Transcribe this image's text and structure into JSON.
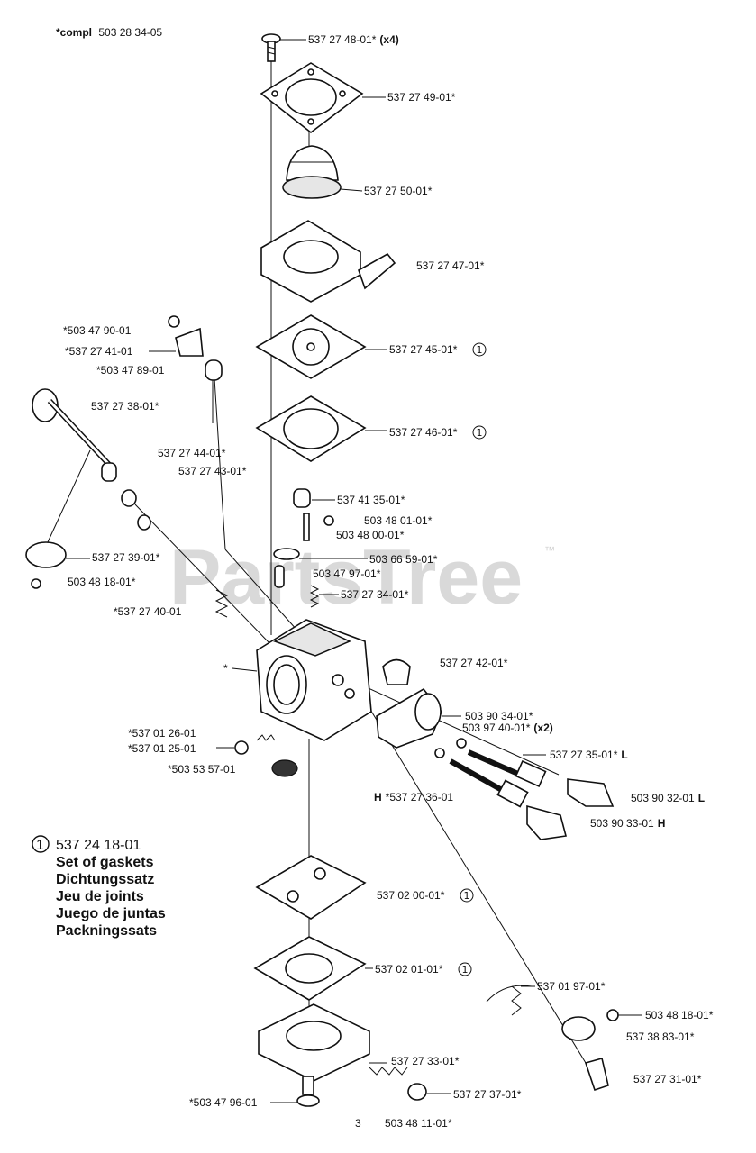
{
  "header": {
    "compl_prefix": "*compl",
    "compl_number": "503 28 34-05"
  },
  "watermark": {
    "text": "PartsTree",
    "tm": "™"
  },
  "circled_one": "1",
  "labels": {
    "p1": "537 27 48-01*",
    "p1_qty": "(x4)",
    "p2": "537 27 49-01*",
    "p3": "537 27 50-01*",
    "p4": "537 27 47-01*",
    "p5": "537 27 45-01*",
    "p6": "537 27 46-01*",
    "p7": "*503 47 90-01",
    "p8": "*537 27 41-01",
    "p9": "*503 47 89-01",
    "p10": "537 27 38-01*",
    "p11": "537 27 44-01*",
    "p12": "537 27 43-01*",
    "p13": "537 41 35-01*",
    "p14": "503 48 01-01*",
    "p15": "503 48 00-01*",
    "p16": "537 27 39-01*",
    "p17": "503 48 18-01*",
    "p18": "503 66 59-01*",
    "p19": "503 47 97-01*",
    "p20": "537 27 34-01*",
    "p21": "*537 27 40-01",
    "p22": "537 27 42-01*",
    "p23": "*",
    "p24": "503 90 34-01*",
    "p25": "503 97 40-01*",
    "p25_qty": "(x2)",
    "p26": "*537 01 26-01",
    "p27": "*537 01 25-01",
    "p28": "537 27 35-01*",
    "p28_suffix": "L",
    "p29": "*503 53 57-01",
    "p30_prefix": "H",
    "p30": "*537 27 36-01",
    "p31": "503 90 32-01",
    "p31_suffix": "L",
    "p32": "503 90 33-01",
    "p32_suffix": "H",
    "p33": "537 02 00-01*",
    "p34": "537 02 01-01*",
    "p35": "537 01 97-01*",
    "p36": "503 48 18-01*",
    "p37": "537 38 83-01*",
    "p38": "537 27 33-01*",
    "p39": "537 27 37-01*",
    "p40": "537 27 31-01*",
    "p41": "*503 47 96-01",
    "p42": "503 48 11-01*",
    "page_number": "3"
  },
  "legend": {
    "number": "537 24 18-01",
    "lines": [
      "Set of gaskets",
      "Dichtungssatz",
      "Jeu de joints",
      "Juego de juntas",
      "Packningssats"
    ]
  }
}
